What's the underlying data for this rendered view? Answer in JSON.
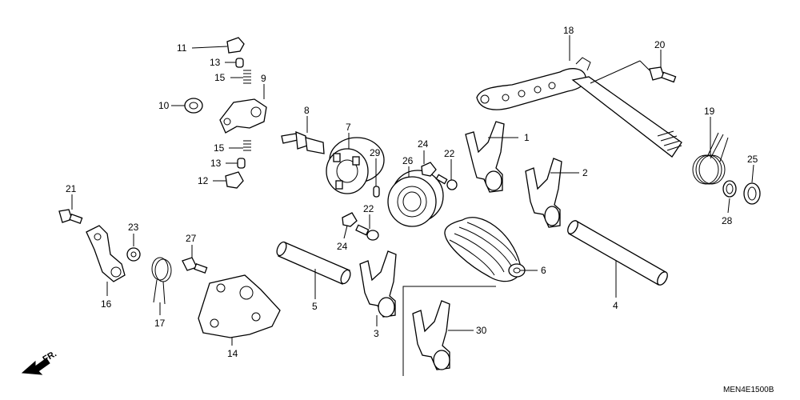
{
  "diagram_code": "MEN4E1500B",
  "direction_label": "FR.",
  "callouts": {
    "p1": "1",
    "p2": "2",
    "p3": "3",
    "p4": "4",
    "p5": "5",
    "p6": "6",
    "p7": "7",
    "p8": "8",
    "p9": "9",
    "p10": "10",
    "p11": "11",
    "p12": "12",
    "p13a": "13",
    "p13b": "13",
    "p14": "14",
    "p15a": "15",
    "p15b": "15",
    "p16": "16",
    "p17": "17",
    "p18": "18",
    "p19": "19",
    "p20": "20",
    "p21": "21",
    "p22a": "22",
    "p22b": "22",
    "p23": "23",
    "p24a": "24",
    "p24b": "24",
    "p25": "25",
    "p26": "26",
    "p27": "27",
    "p28": "28",
    "p29": "29",
    "p30": "30"
  }
}
